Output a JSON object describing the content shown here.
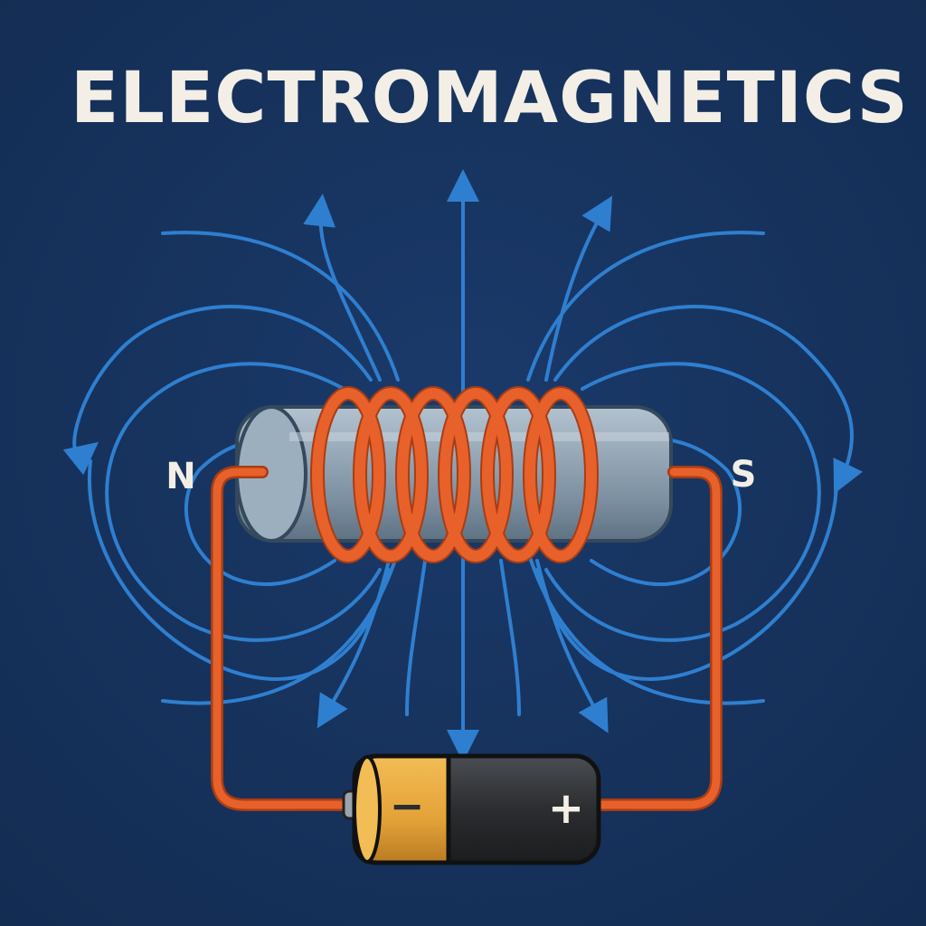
{
  "title": "ELECTROMAGNETICS",
  "poles": {
    "north": "N",
    "south": "S"
  },
  "battery": {
    "negative": "−",
    "positive": "+"
  },
  "colors": {
    "background": "#16325c",
    "field_lines": "#2f7fd0",
    "coil": "#e8612a",
    "core": "#8fa3b4",
    "battery_cap": "#e8a83a",
    "battery_body": "#2b2d30",
    "text": "#f3efe6"
  },
  "icons": [
    "field-arrow-icon",
    "battery-icon",
    "coil-icon",
    "iron-core-icon"
  ]
}
